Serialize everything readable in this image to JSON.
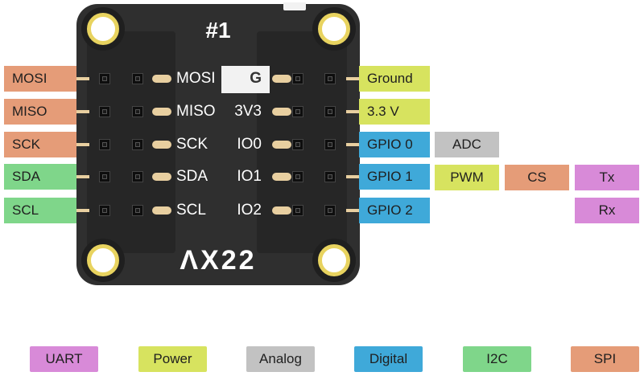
{
  "board": {
    "title": "#1",
    "brand": "ΛX22"
  },
  "colors": {
    "spi": "#e59c78",
    "i2c": "#7fd68a",
    "power": "#d7e35f",
    "digital": "#3fa9d9",
    "analog": "#c2c2c2",
    "uart": "#d88ad8",
    "pad": "#e8cfa0",
    "hole_ring": "#e8d35f"
  },
  "left_pins": [
    {
      "board_label": "MOSI",
      "tag": "MOSI",
      "group": "spi"
    },
    {
      "board_label": "MISO",
      "tag": "MISO",
      "group": "spi"
    },
    {
      "board_label": "SCK",
      "tag": "SCK",
      "group": "spi"
    },
    {
      "board_label": "SDA",
      "tag": "SDA",
      "group": "i2c"
    },
    {
      "board_label": "SCL",
      "tag": "SCL",
      "group": "i2c"
    }
  ],
  "right_pins": [
    {
      "board_label": "G",
      "tag": "Ground",
      "group": "power"
    },
    {
      "board_label": "3V3",
      "tag": "3.3 V",
      "group": "power"
    },
    {
      "board_label": "IO0",
      "tag": "GPIO 0",
      "group": "digital"
    },
    {
      "board_label": "IO1",
      "tag": "GPIO 1",
      "group": "digital"
    },
    {
      "board_label": "IO2",
      "tag": "GPIO 2",
      "group": "digital"
    }
  ],
  "alt_functions": {
    "adc": "ADC",
    "pwm": "PWM",
    "cs": "CS",
    "tx": "Tx",
    "rx": "Rx"
  },
  "legend": [
    {
      "label": "UART",
      "group": "uart"
    },
    {
      "label": "Power",
      "group": "power"
    },
    {
      "label": "Analog",
      "group": "analog"
    },
    {
      "label": "Digital",
      "group": "digital"
    },
    {
      "label": "I2C",
      "group": "i2c"
    },
    {
      "label": "SPI",
      "group": "spi"
    }
  ]
}
